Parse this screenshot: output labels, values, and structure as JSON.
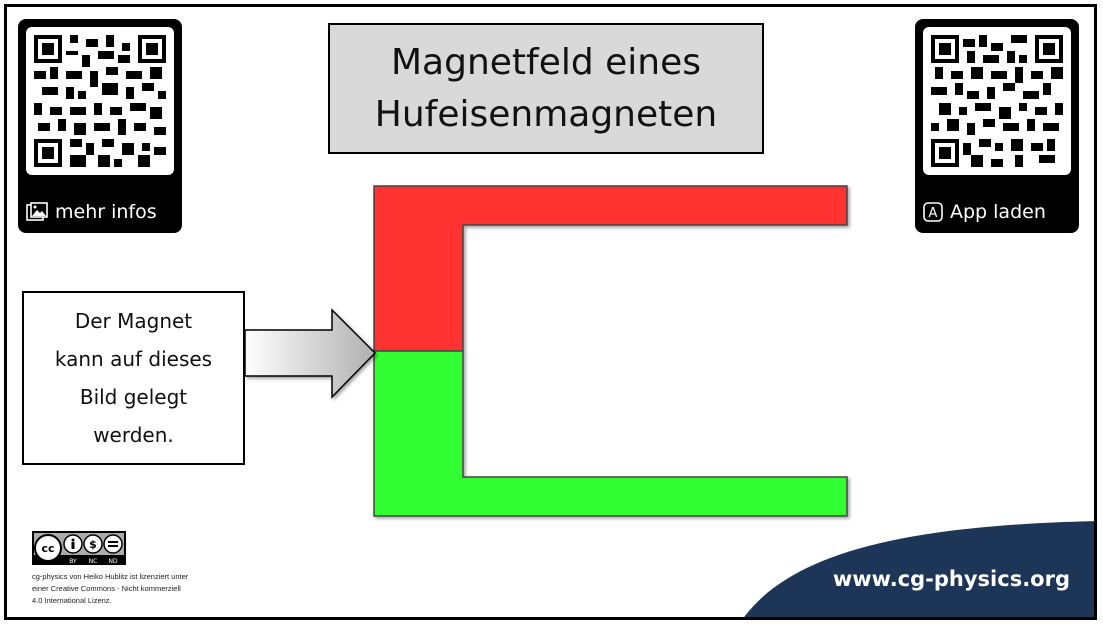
{
  "title": {
    "line1": "Magnetfeld eines",
    "line2": "Hufeisenmagneten"
  },
  "qr_left": {
    "label": "mehr infos",
    "icon": "image-icon"
  },
  "qr_right": {
    "label": "App laden",
    "icon": "app-icon",
    "icon_glyph": "A"
  },
  "note": {
    "line1": "Der Magnet",
    "line2": "kann auf dieses",
    "line3": "Bild gelegt",
    "line4": "werden."
  },
  "magnet": {
    "north_color": "#ff3333",
    "south_color": "#33ff33"
  },
  "license": {
    "badge": [
      "BY",
      "NC",
      "ND"
    ],
    "line1": "cg-physics von Heiko Hublitz ist lizenziert unter",
    "line2": "einer Creative Commons - Nicht kommerziell",
    "line3": "4.0 International Lizenz."
  },
  "footer": {
    "url": "www.cg-physics.org",
    "color": "#1d3557"
  }
}
